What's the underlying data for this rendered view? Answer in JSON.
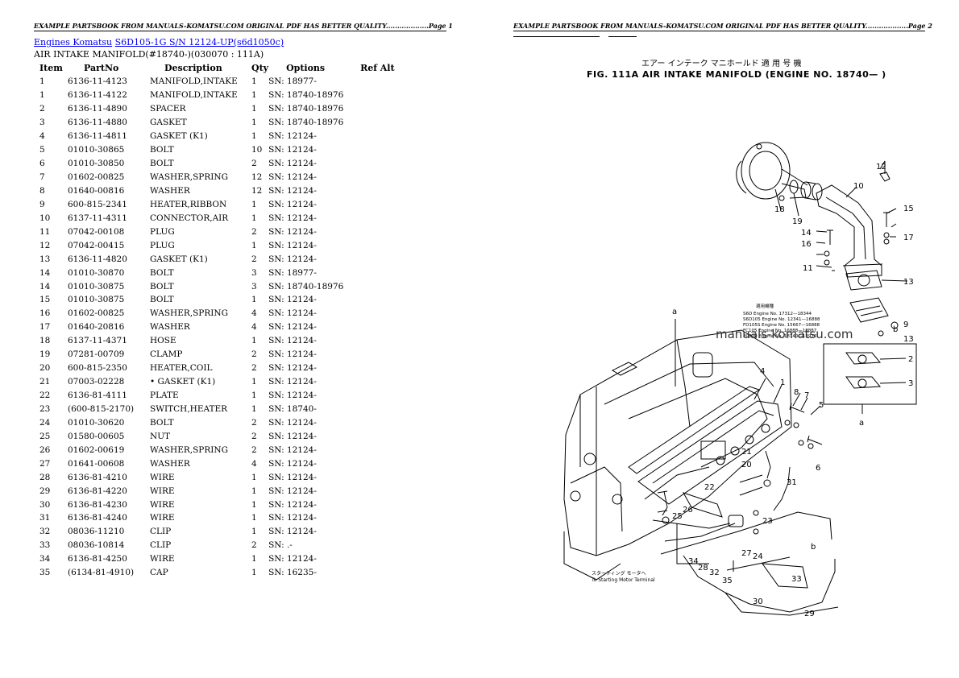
{
  "header_left": "EXAMPLE PARTSBOOK FROM MANUALS-KOMATSU.COM ORIGINAL PDF HAS BETTER QUALITY...................Page 1",
  "header_right": "EXAMPLE PARTSBOOK FROM MANUALS-KOMATSU.COM ORIGINAL PDF HAS BETTER QUALITY...................Page 2",
  "breadcrumb": {
    "link1": "Engines Komatsu",
    "link2": "S6D105-1G S/N 12124-UP(s6d1050c)"
  },
  "subtitle": "AIR INTAKE MANIFOLD(#18740-)(030070 : 111A)",
  "columns": [
    "Item",
    "PartNo",
    "Description",
    "Qty",
    "Options",
    "Ref Alt"
  ],
  "rows": [
    [
      "1",
      "6136-11-4123",
      "MANIFOLD,INTAKE",
      "1",
      "SN: 18977-"
    ],
    [
      "1",
      "6136-11-4122",
      "MANIFOLD,INTAKE",
      "1",
      "SN: 18740-18976"
    ],
    [
      "2",
      "6136-11-4890",
      "SPACER",
      "1",
      "SN: 18740-18976"
    ],
    [
      "3",
      "6136-11-4880",
      "GASKET",
      "1",
      "SN: 18740-18976"
    ],
    [
      "4",
      "6136-11-4811",
      "GASKET (K1)",
      "1",
      "SN: 12124-"
    ],
    [
      "5",
      "01010-30865",
      "BOLT",
      "10",
      "SN: 12124-"
    ],
    [
      "6",
      "01010-30850",
      "BOLT",
      "2",
      "SN: 12124-"
    ],
    [
      "7",
      "01602-00825",
      "WASHER,SPRING",
      "12",
      "SN: 12124-"
    ],
    [
      "8",
      "01640-00816",
      "WASHER",
      "12",
      "SN: 12124-"
    ],
    [
      "9",
      "600-815-2341",
      "HEATER,RIBBON",
      "1",
      "SN: 12124-"
    ],
    [
      "10",
      "6137-11-4311",
      "CONNECTOR,AIR",
      "1",
      "SN: 12124-"
    ],
    [
      "11",
      "07042-00108",
      "PLUG",
      "2",
      "SN: 12124-"
    ],
    [
      "12",
      "07042-00415",
      "PLUG",
      "1",
      "SN: 12124-"
    ],
    [
      "13",
      "6136-11-4820",
      "GASKET (K1)",
      "2",
      "SN: 12124-"
    ],
    [
      "14",
      "01010-30870",
      "BOLT",
      "3",
      "SN: 18977-"
    ],
    [
      "14",
      "01010-30875",
      "BOLT",
      "3",
      "SN: 18740-18976"
    ],
    [
      "15",
      "01010-30875",
      "BOLT",
      "1",
      "SN: 12124-"
    ],
    [
      "16",
      "01602-00825",
      "WASHER,SPRING",
      "4",
      "SN: 12124-"
    ],
    [
      "17",
      "01640-20816",
      "WASHER",
      "4",
      "SN: 12124-"
    ],
    [
      "18",
      "6137-11-4371",
      "HOSE",
      "1",
      "SN: 12124-"
    ],
    [
      "19",
      "07281-00709",
      "CLAMP",
      "2",
      "SN: 12124-"
    ],
    [
      "20",
      "600-815-2350",
      "HEATER,COIL",
      "2",
      "SN: 12124-"
    ],
    [
      "21",
      "07003-02228",
      "• GASKET (K1)",
      "1",
      "SN: 12124-"
    ],
    [
      "22",
      "6136-81-4111",
      "PLATE",
      "1",
      "SN: 12124-"
    ],
    [
      "23",
      "(600-815-2170)",
      "SWITCH,HEATER",
      "1",
      "SN: 18740-"
    ],
    [
      "24",
      "01010-30620",
      "BOLT",
      "2",
      "SN: 12124-"
    ],
    [
      "25",
      "01580-00605",
      "NUT",
      "2",
      "SN: 12124-"
    ],
    [
      "26",
      "01602-00619",
      "WASHER,SPRING",
      "2",
      "SN: 12124-"
    ],
    [
      "27",
      "01641-00608",
      "WASHER",
      "4",
      "SN: 12124-"
    ],
    [
      "28",
      "6136-81-4210",
      "WIRE",
      "1",
      "SN: 12124-"
    ],
    [
      "29",
      "6136-81-4220",
      "WIRE",
      "1",
      "SN: 12124-"
    ],
    [
      "30",
      "6136-81-4230",
      "WIRE",
      "1",
      "SN: 12124-"
    ],
    [
      "31",
      "6136-81-4240",
      "WIRE",
      "1",
      "SN: 12124-"
    ],
    [
      "32",
      "08036-11210",
      "CLIP",
      "1",
      "SN: 12124-"
    ],
    [
      "33",
      "08036-10814",
      "CLIP",
      "2",
      "SN: .-"
    ],
    [
      "34",
      "6136-81-4250",
      "WIRE",
      "1",
      "SN: 12124-"
    ],
    [
      "35",
      "(6134-81-4910)",
      "CAP",
      "1",
      "SN: 16235-"
    ]
  ],
  "figure": {
    "title_jp": "エアー インテーク マニホールド   適 用 号 機",
    "title_en": "FIG. 111A  AIR INTAKE MANIFOLD (ENGINE NO. 18740— )",
    "watermark": "manuals-komatsu.com",
    "wire_note_jp": "スターティング モータヘ",
    "wire_note_en": "To Starting Motor Terminal",
    "applicability": {
      "heading": "適用機種",
      "lines": [
        "S6D   Engine No. 17312—18344",
        "S6D105 Engine No. 12341—16888",
        "FD105S Engine No. 15667—16888",
        "FC105 Engine No. 16888—18887",
        "PC220 Engine No. 18740—18976"
      ]
    },
    "callouts": [
      "1",
      "2",
      "3",
      "4",
      "5",
      "6",
      "7",
      "8",
      "9",
      "10",
      "11",
      "12",
      "13",
      "13",
      "14",
      "15",
      "16",
      "17",
      "18",
      "19",
      "20",
      "21",
      "22",
      "23",
      "24",
      "25",
      "26",
      "27",
      "28",
      "29",
      "30",
      "31",
      "32",
      "33",
      "34",
      "35",
      "a",
      "a",
      "b",
      "b"
    ]
  },
  "colors": {
    "link": "#0000ee",
    "text": "#000000"
  }
}
